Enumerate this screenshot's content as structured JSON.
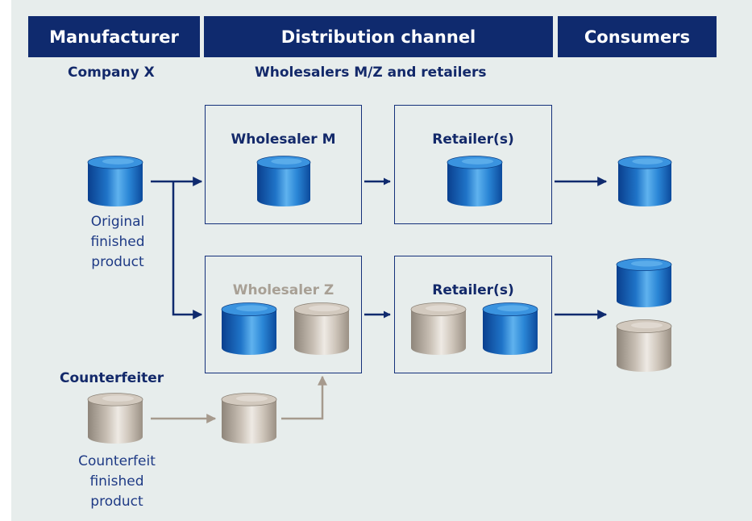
{
  "headers": {
    "manufacturer": "Manufacturer",
    "distribution": "Distribution channel",
    "consumers": "Consumers"
  },
  "subheaders": {
    "company": "Company X",
    "wholesalers": "Wholesalers M/Z and retailers"
  },
  "boxes": {
    "wholesaler_m": "Wholesaler M",
    "retailer_top": "Retailer(s)",
    "wholesaler_z": "Wholesaler Z",
    "retailer_bottom": "Retailer(s)"
  },
  "captions": {
    "original": [
      "Original",
      "finished",
      "product"
    ],
    "counterfeiter": "Counterfeiter",
    "counterfeit": [
      "Counterfeit",
      "finished",
      "product"
    ]
  },
  "colors": {
    "header_bg": "#0f2a6e",
    "genuine_blue": "#1f74c8",
    "counterfeit_grey": "#c9c0b5",
    "genuine_arrow": "#0f2a6e",
    "counterfeit_arrow": "#a69a8d"
  },
  "icons": {
    "genuine": "blue-cylinder-icon",
    "counterfeit": "grey-cylinder-icon"
  }
}
